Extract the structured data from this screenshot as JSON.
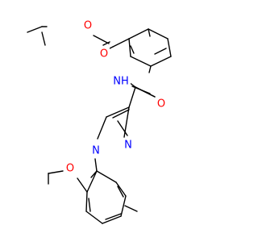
{
  "molecule": {
    "atoms": {
      "ester_O_double": {
        "label": "O",
        "color": "#ff0000"
      },
      "ester_O_single": {
        "label": "O",
        "color": "#ff0000"
      },
      "amide_NH": {
        "label": "NH",
        "color": "#0000ff"
      },
      "amide_O": {
        "label": "O",
        "color": "#ff0000"
      },
      "pyrazole_N1": {
        "label": "N",
        "color": "#0000ff"
      },
      "pyrazole_N2": {
        "label": "N",
        "color": "#0000ff"
      },
      "methoxy_O": {
        "label": "O",
        "color": "#ff0000"
      }
    }
  }
}
